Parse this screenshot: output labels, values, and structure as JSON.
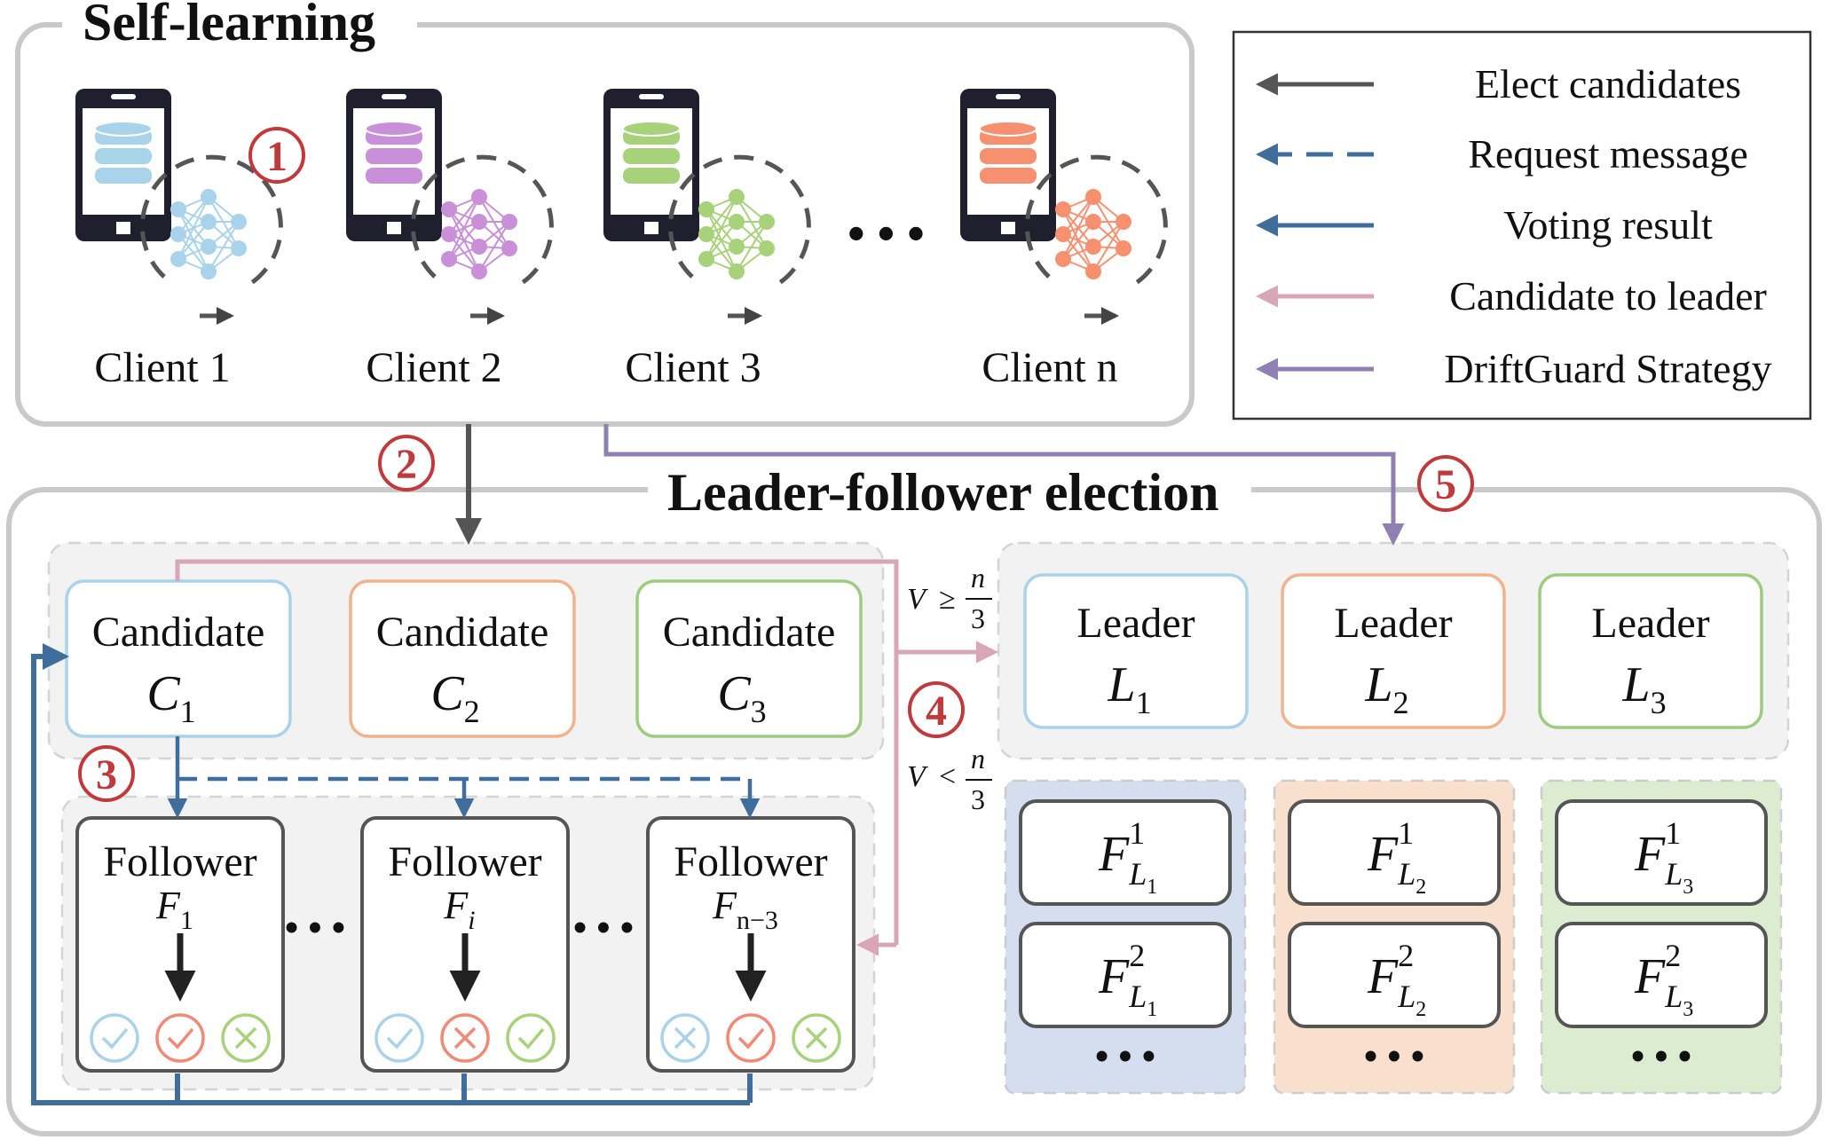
{
  "sections": {
    "self_learning": "Self-learning",
    "election": "Leader-follower election"
  },
  "legend": [
    {
      "label": "Elect candidates",
      "style": "solid",
      "color": "#555555"
    },
    {
      "label": "Request message",
      "style": "dashed",
      "color": "#3f6e9c"
    },
    {
      "label": "Voting result",
      "style": "solid",
      "color": "#3f6e9c"
    },
    {
      "label": "Candidate to leader",
      "style": "solid",
      "color": "#d8a6b6"
    },
    {
      "label": "DriftGuard Strategy",
      "style": "solid",
      "color": "#8f80b3"
    }
  ],
  "clients": [
    {
      "label": "Client 1",
      "color": "#a9d3ea"
    },
    {
      "label": "Client 2",
      "color": "#c98fd8"
    },
    {
      "label": "Client 3",
      "color": "#a8d27a"
    },
    {
      "label": "Client n",
      "color": "#f6906f"
    }
  ],
  "ellipsis": "• • •",
  "dots": "…",
  "steps": [
    "1",
    "2",
    "3",
    "4",
    "5"
  ],
  "candidates": [
    {
      "word": "Candidate",
      "sym": "C",
      "sub": "1",
      "color": "#a9d3ea"
    },
    {
      "word": "Candidate",
      "sym": "C",
      "sub": "2",
      "color": "#f1b38c"
    },
    {
      "word": "Candidate",
      "sym": "C",
      "sub": "3",
      "color": "#9ccc7e"
    }
  ],
  "leaders": [
    {
      "word": "Leader",
      "sym": "L",
      "sub": "1",
      "color": "#a9d3ea"
    },
    {
      "word": "Leader",
      "sym": "L",
      "sub": "2",
      "color": "#f1b38c"
    },
    {
      "word": "Leader",
      "sym": "L",
      "sub": "3",
      "color": "#9ccc7e"
    }
  ],
  "followers": [
    {
      "word": "Follower",
      "sym": "F",
      "sub": "1",
      "votes": [
        "check",
        "check",
        "cross"
      ]
    },
    {
      "word": "Follower",
      "sym": "F",
      "sub": "i",
      "votes": [
        "check",
        "cross",
        "check"
      ]
    },
    {
      "word": "Follower",
      "sym": "F",
      "sub": "n−3",
      "votes": [
        "cross",
        "check",
        "cross"
      ]
    }
  ],
  "vote_colors": [
    "#a9d3ea",
    "#f08a77",
    "#a8d27a"
  ],
  "conditions": {
    "ge": {
      "var": "V",
      "op": "≥",
      "num": "n",
      "den": "3"
    },
    "lt": {
      "var": "V",
      "op": "<",
      "num": "n",
      "den": "3"
    }
  },
  "leader_groups": [
    {
      "leader": "1",
      "fill": "#d4deef",
      "items": [
        {
          "sym": "F",
          "sup": "1",
          "sub": "L",
          "subsub": "1"
        },
        {
          "sym": "F",
          "sup": "2",
          "sub": "L",
          "subsub": "1"
        }
      ]
    },
    {
      "leader": "2",
      "fill": "#f9dfcd",
      "items": [
        {
          "sym": "F",
          "sup": "1",
          "sub": "L",
          "subsub": "2"
        },
        {
          "sym": "F",
          "sup": "2",
          "sub": "L",
          "subsub": "2"
        }
      ]
    },
    {
      "leader": "3",
      "fill": "#dcecd0",
      "items": [
        {
          "sym": "F",
          "sup": "1",
          "sub": "L",
          "subsub": "3"
        },
        {
          "sym": "F",
          "sup": "2",
          "sub": "L",
          "subsub": "3"
        }
      ]
    }
  ],
  "colors": {
    "elect": "#555555",
    "request": "#3f6e9c",
    "vote": "#3f6e9c",
    "candidate_to_leader": "#d8a6b6",
    "driftguard": "#8f80b3",
    "step": "#c0393b"
  }
}
